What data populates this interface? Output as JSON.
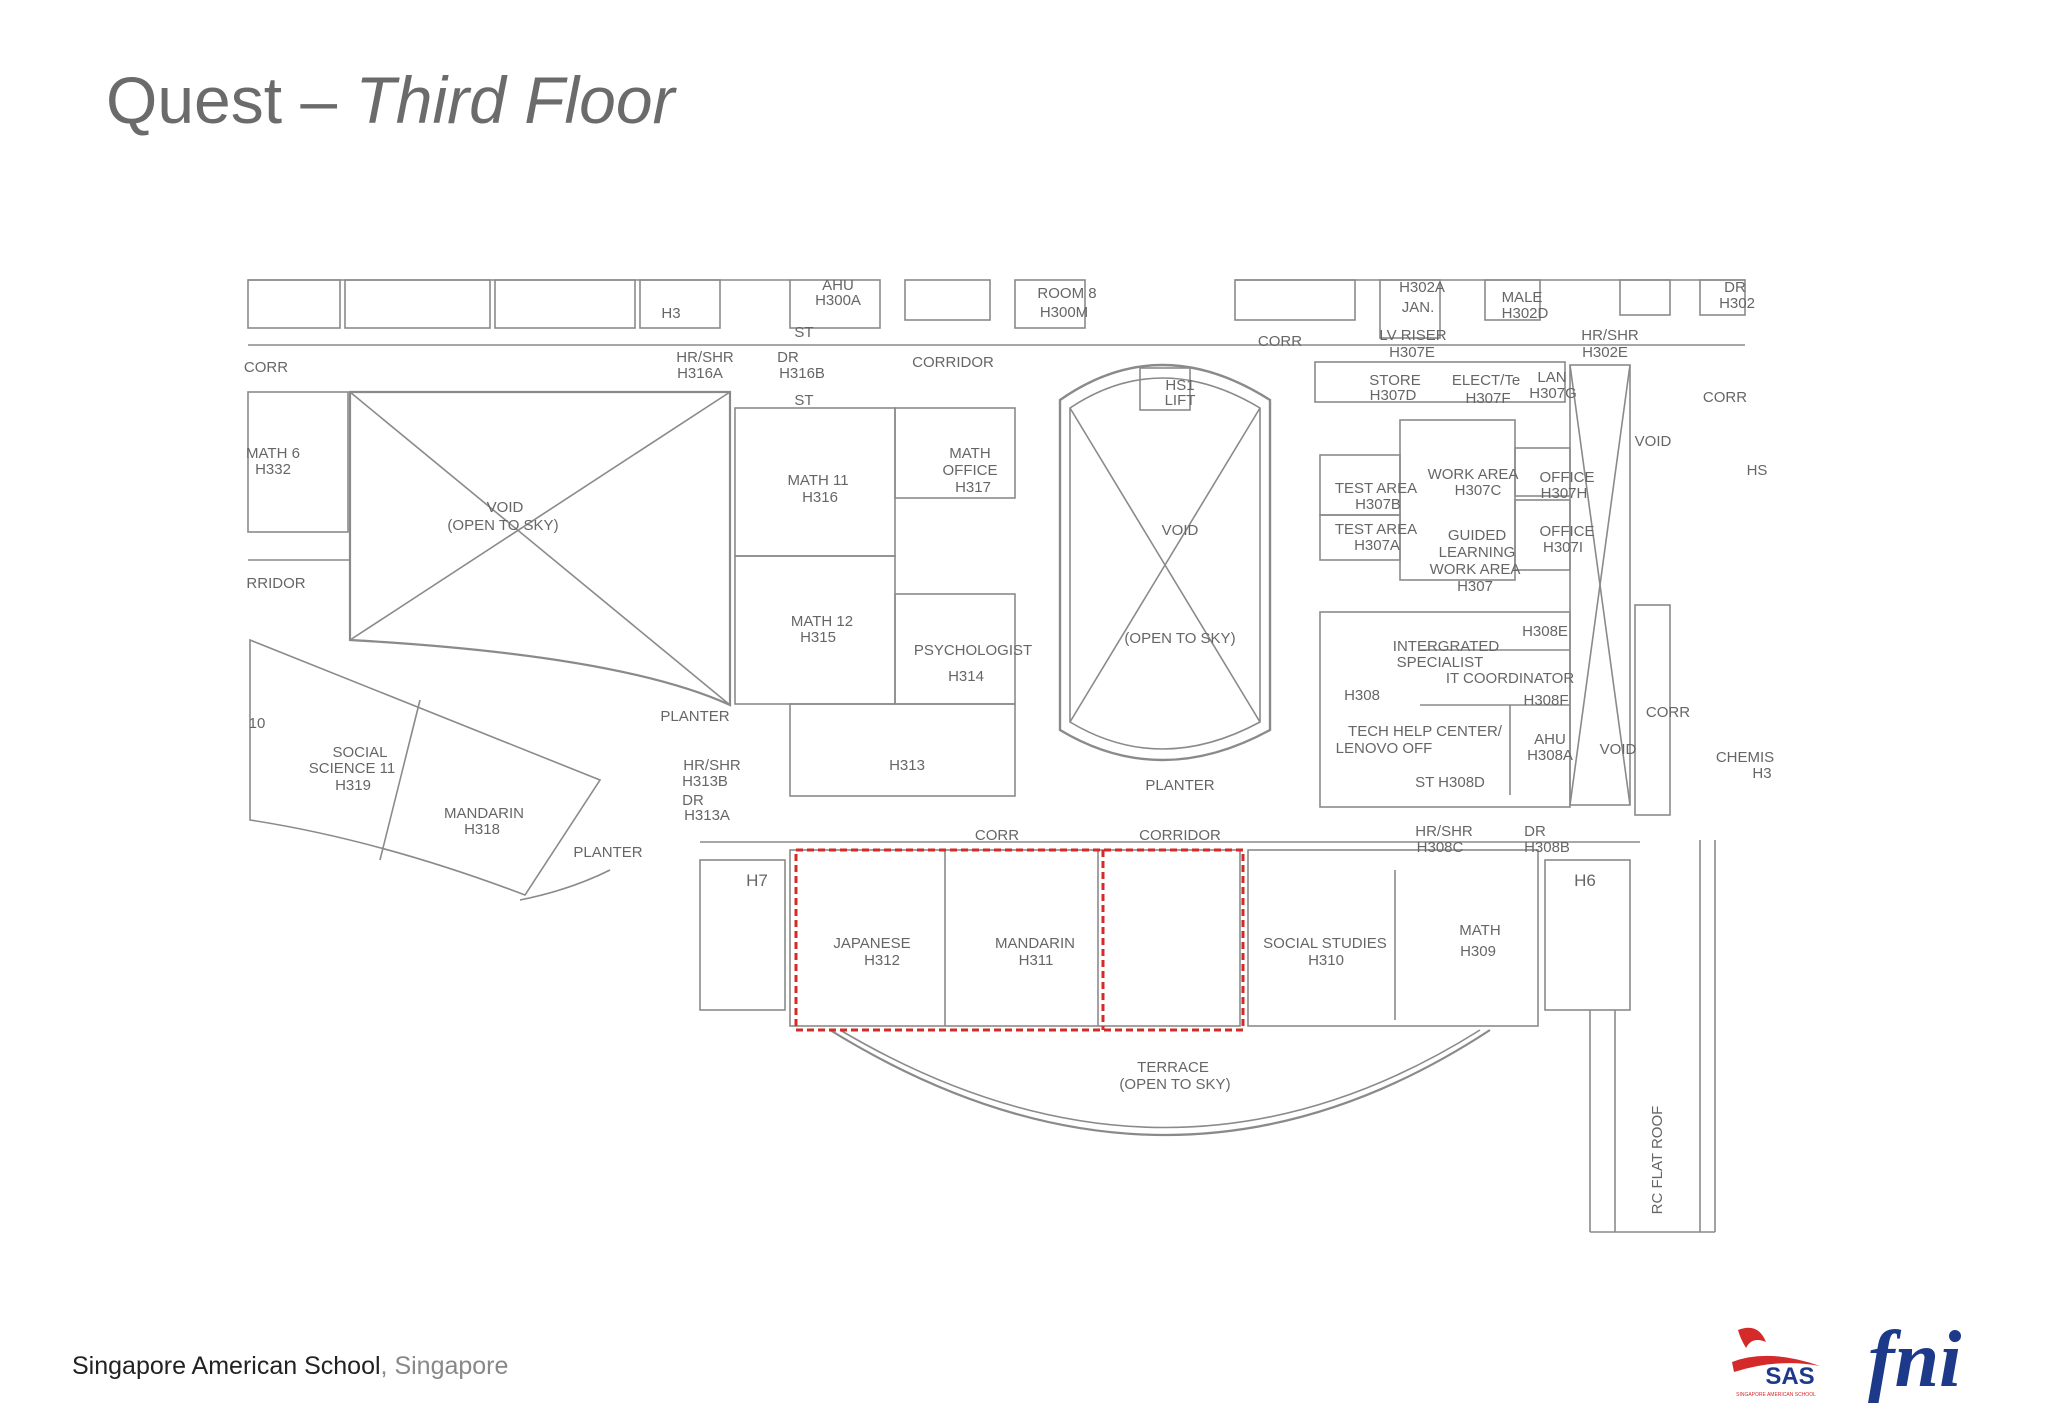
{
  "header": {
    "title_main": "Quest",
    "title_dash": " – ",
    "title_sub": "Third Floor"
  },
  "footer": {
    "school": "Singapore American School",
    "separator": ", ",
    "city": "Singapore"
  },
  "logos": {
    "sas_text": "SAS",
    "sas_caption": "SINGAPORE AMERICAN SCHOOL",
    "fni_text": "fni"
  },
  "colors": {
    "line": "#888888",
    "highlight": "#d42a2a",
    "fni_blue": "#1d3a8a",
    "sas_red": "#d42a2a"
  },
  "plan": {
    "labels": {
      "h3": "H3",
      "ahu_h300a_1": "AHU",
      "ahu_h300a_2": "H300A",
      "room8_1": "ROOM 8",
      "room8_2": "H300M",
      "h302a": "H302A",
      "jan": "JAN.",
      "male_1": "MALE",
      "male_2": "H302D",
      "dr_top_1": "DR",
      "dr_top_2": "H302",
      "corr_left": "CORR",
      "hrshr_h316a_1": "HR/SHR",
      "hrshr_h316a_2": "H316A",
      "dr_h316b_1": "DR",
      "dr_h316b_2": "H316B",
      "st1": "ST",
      "st2": "ST",
      "corridor_top": "CORRIDOR",
      "corr_mid": "CORR",
      "lv_riser_1": "LV RISER",
      "lv_riser_2": "H307E",
      "hrshr_h302e_1": "HR/SHR",
      "hrshr_h302e_2": "H302E",
      "corr_right": "CORR",
      "store_1": "STORE",
      "store_2": "H307D",
      "elect_1": "ELECT/Te",
      "elect_2": "H307F",
      "lan_1": "LAN",
      "lan_2": "H307G",
      "hs1_1": "HS1",
      "hs1_2": "LIFT",
      "math6_1": "MATH 6",
      "math6_2": "H332",
      "void_sky_1": "VOID",
      "void_sky_2": "(OPEN TO SKY)",
      "math11_1": "MATH 11",
      "math11_2": "H316",
      "mathoffice_1": "MATH",
      "mathoffice_2": "OFFICE",
      "mathoffice_3": "H317",
      "void_center": "VOID",
      "open_sky_center": "(OPEN TO SKY)",
      "test_b_1": "TEST AREA",
      "test_b_2": "H307B",
      "test_a_1": "TEST AREA",
      "test_a_2": "H307A",
      "work_area_1": "WORK AREA",
      "work_area_2": "H307C",
      "office_h_1": "OFFICE",
      "office_h_2": "H307H",
      "office_i_1": "OFFICE",
      "office_i_2": "H307I",
      "guided_1": "GUIDED",
      "guided_2": "LEARNING",
      "guided_3": "WORK AREA",
      "guided_4": "H307",
      "void_right_top": "VOID",
      "hs_right": "HS",
      "corridor_left": "RRIDOR",
      "math12_1": "MATH 12",
      "math12_2": "H315",
      "psych_1": "PSYCHOLOGIST",
      "psych_2": "H314",
      "h308e": "H308E",
      "integrated_1": "INTERGRATED",
      "integrated_2": "SPECIALIST",
      "itcoord": "IT COORDINATOR",
      "h308f": "H308F",
      "h308": "H308",
      "techhelp_1": "TECH HELP CENTER/",
      "techhelp_2": "LENOVO OFF",
      "ahu_h308a_1": "AHU",
      "ahu_h308a_2": "H308A",
      "void_right_bottom": "VOID",
      "corr_far_right": "CORR",
      "chemis_1": "CHEMIS",
      "chemis_2": "H3",
      "st_h308d": "ST  H308D",
      "planter_1": "PLANTER",
      "planter_2": "PLANTER",
      "planter_3": "PLANTER",
      "h313": "H313",
      "hrshr_h313b_1": "HR/SHR",
      "hrshr_h313b_2": "H313B",
      "dr_h313a_1": "DR",
      "dr_h313a_2": "H313A",
      "ten": "10",
      "social11_1": "SOCIAL",
      "social11_2": "SCIENCE 11",
      "social11_3": "H319",
      "mandarin318_1": "MANDARIN",
      "mandarin318_2": "H318",
      "corr_bottom": "CORR",
      "corridor_bottom": "CORRIDOR",
      "hrshr_h308c_1": "HR/SHR",
      "hrshr_h308c_2": "H308C",
      "dr_h308b_1": "DR",
      "dr_h308b_2": "H308B",
      "h7": "H7",
      "h6": "H6",
      "japanese_1": "JAPANESE",
      "japanese_2": "H312",
      "mandarin311_1": "MANDARIN",
      "mandarin311_2": "H311",
      "socialstudies_1": "SOCIAL STUDIES",
      "socialstudies_2": "H310",
      "math309_1": "MATH",
      "math309_2": "H309",
      "terrace_1": "TERRACE",
      "terrace_2": "(OPEN TO SKY)",
      "rc_flat_roof": "RC FLAT ROOF"
    }
  }
}
